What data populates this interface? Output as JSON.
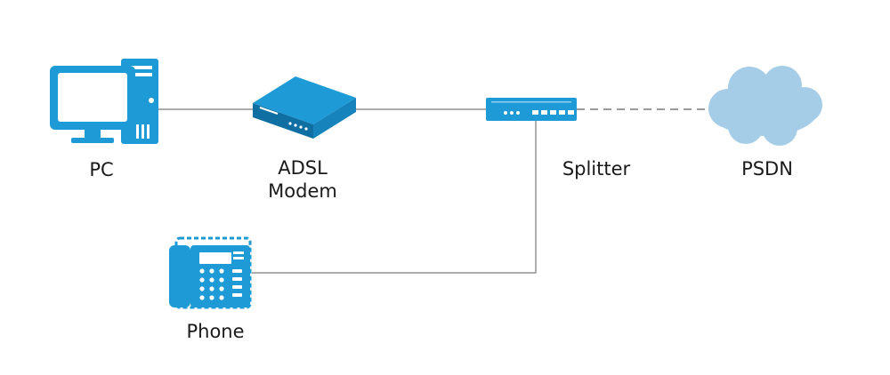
{
  "nodes": {
    "pc": {
      "label": "PC",
      "icon": "desktop-computer-icon"
    },
    "modem": {
      "label_line1": "ADSL",
      "label_line2": "Modem",
      "icon": "adsl-modem-icon"
    },
    "splitter": {
      "label": "Splitter",
      "icon": "splitter-icon"
    },
    "network": {
      "label": "PSDN",
      "icon": "cloud-icon"
    },
    "phone": {
      "label": "Phone",
      "icon": "desk-phone-icon"
    }
  },
  "connections": [
    {
      "from": "pc",
      "to": "modem",
      "style": "solid"
    },
    {
      "from": "modem",
      "to": "splitter",
      "style": "solid"
    },
    {
      "from": "splitter",
      "to": "network",
      "style": "dashed"
    },
    {
      "from": "splitter",
      "to": "phone",
      "style": "solid"
    }
  ],
  "colors": {
    "device_fill": "#1e9ad6",
    "device_dark": "#0f6fa3",
    "cloud_fill": "#a6cde8",
    "link_line": "#7a7a7a",
    "label_text": "#1a1a1a"
  }
}
